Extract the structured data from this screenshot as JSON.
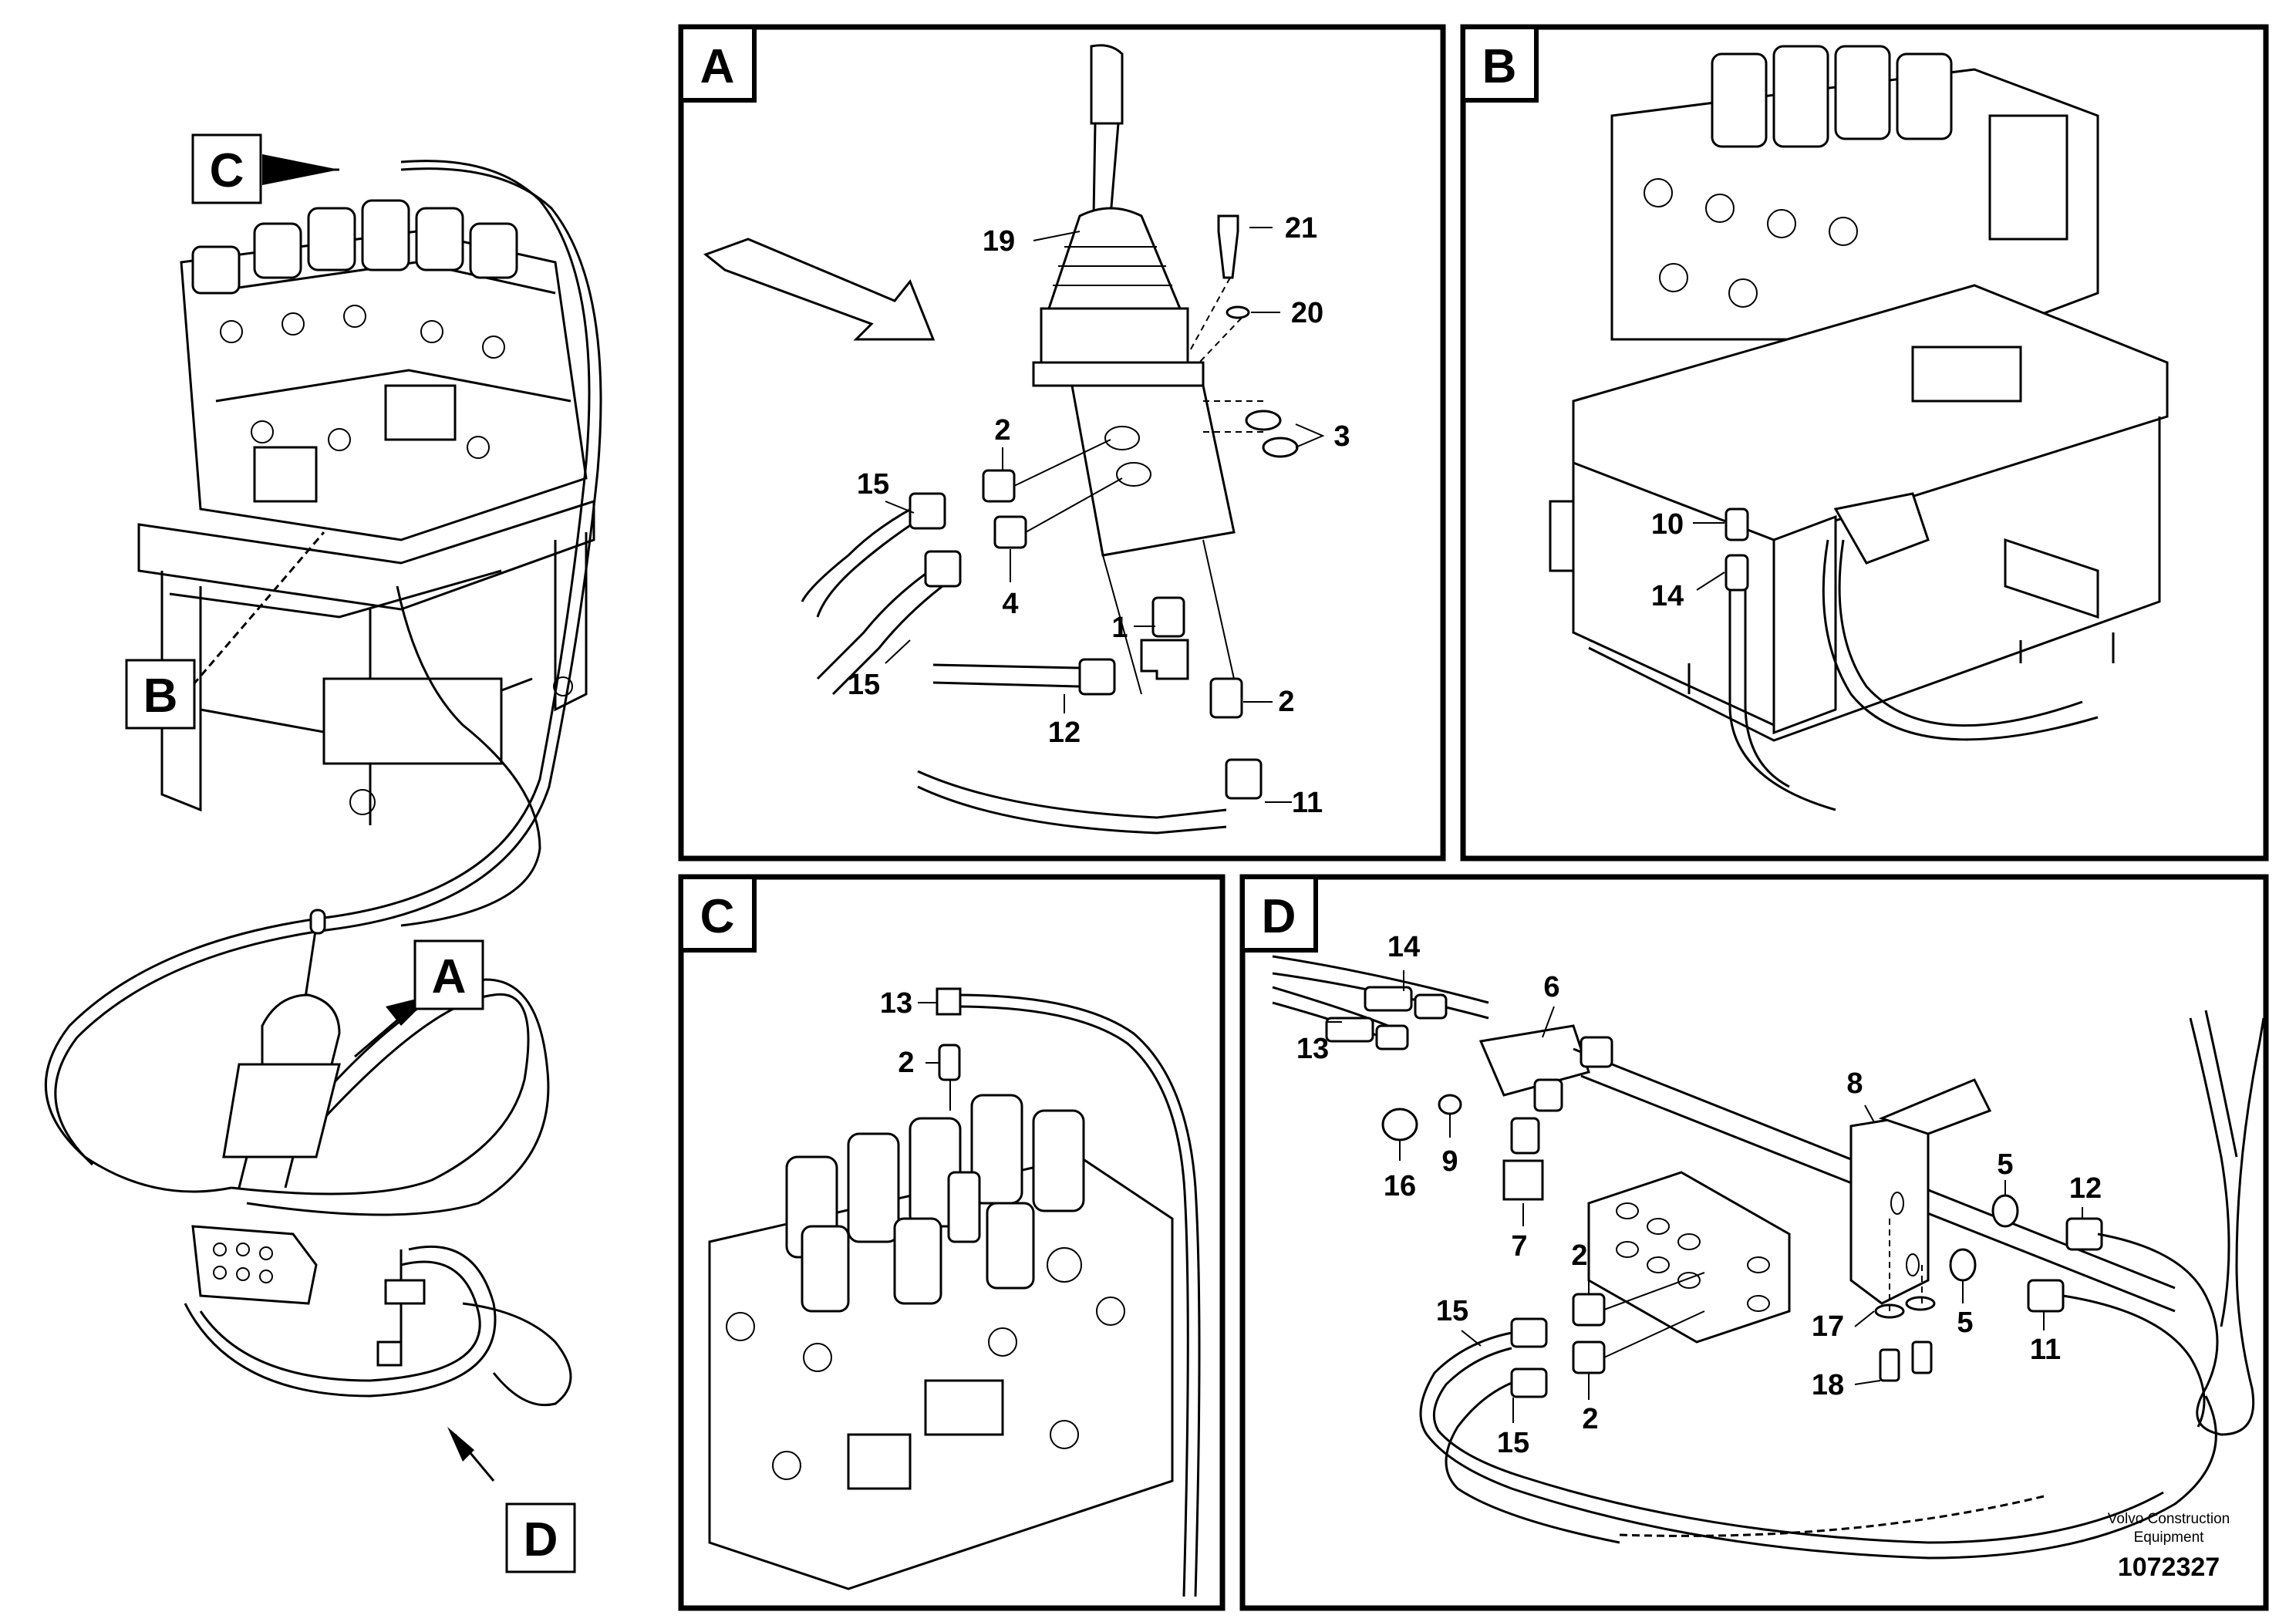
{
  "overview": {
    "callouts": [
      "C",
      "B",
      "A",
      "D"
    ]
  },
  "panels": {
    "A": {
      "tag": "A",
      "labels": [
        "19",
        "21",
        "20",
        "3",
        "2",
        "15",
        "4",
        "1",
        "15",
        "12",
        "2",
        "11"
      ]
    },
    "B": {
      "tag": "B",
      "labels": [
        "10",
        "14"
      ]
    },
    "C": {
      "tag": "C",
      "labels": [
        "13",
        "2"
      ]
    },
    "D": {
      "tag": "D",
      "labels": [
        "14",
        "6",
        "13",
        "8",
        "9",
        "16",
        "7",
        "5",
        "12",
        "2",
        "15",
        "17",
        "5",
        "11",
        "18",
        "2",
        "15"
      ]
    }
  },
  "footer": {
    "brand_line1": "Volvo Construction",
    "brand_line2": "Equipment",
    "doc_number": "1072327"
  }
}
